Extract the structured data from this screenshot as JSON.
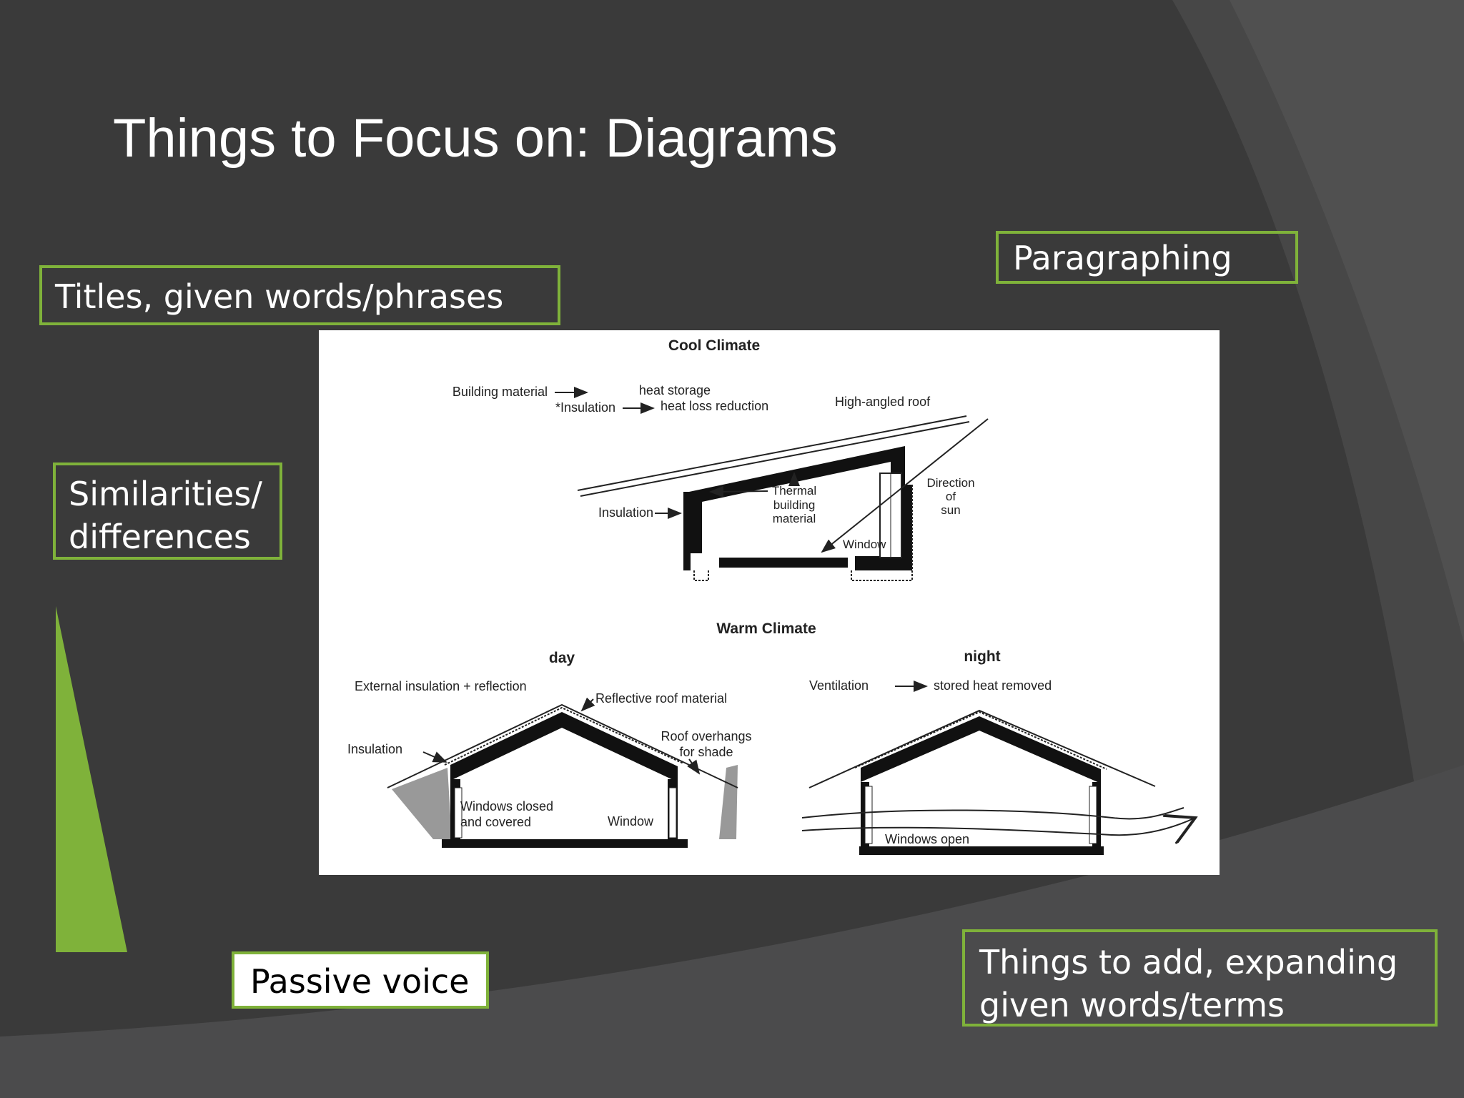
{
  "slide": {
    "title": "Things to Focus on: Diagrams",
    "accent_color": "#7fb23a",
    "background_color": "#3a3a3a"
  },
  "callouts": {
    "titles": "Titles, given words/phrases",
    "paragraphing": "Paragraphing",
    "similarities_line1": "Similarities/",
    "similarities_line2": "differences",
    "passive_voice": "Passive voice",
    "things_to_add_line1": "Things to add, expanding",
    "things_to_add_line2": "given words/terms"
  },
  "diagram": {
    "cool": {
      "heading": "Cool Climate",
      "building_material": "Building material",
      "heat_storage": "heat storage",
      "insulation_star": "*Insulation",
      "heat_loss": "heat loss reduction",
      "roof": "High-angled roof",
      "insulation": "Insulation",
      "thermal1": "Thermal",
      "thermal2": "building",
      "thermal3": "material",
      "window": "Window",
      "direction1": "Direction",
      "direction2": "of",
      "direction3": "sun"
    },
    "warm": {
      "heading": "Warm Climate",
      "day": "day",
      "night": "night",
      "external": "External insulation + reflection",
      "reflective": "Reflective roof material",
      "insulation": "Insulation",
      "overhang1": "Roof overhangs",
      "overhang2": "for shade",
      "closed1": "Windows closed",
      "closed2": "and covered",
      "window": "Window",
      "ventilation": "Ventilation",
      "stored_heat": "stored heat removed",
      "windows_open": "Windows open"
    }
  }
}
